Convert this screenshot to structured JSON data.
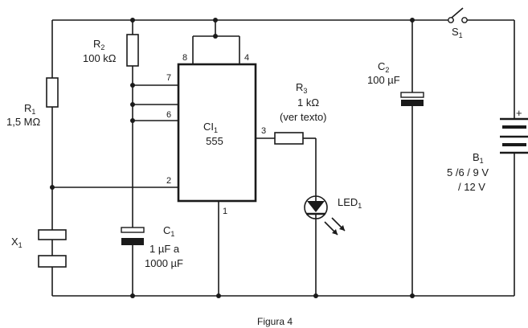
{
  "components": {
    "r1": {
      "ref": "R",
      "sub": "1",
      "value": "1,5 MΩ"
    },
    "r2": {
      "ref": "R",
      "sub": "2",
      "value": "100 kΩ"
    },
    "r3": {
      "ref": "R",
      "sub": "3",
      "value": "1 kΩ",
      "note": "(ver texto)"
    },
    "c1": {
      "ref": "C",
      "sub": "1",
      "value_line1": "1 µF a",
      "value_line2": "1000 µF"
    },
    "c2": {
      "ref": "C",
      "sub": "2",
      "value": "100 µF"
    },
    "ic": {
      "ref": "CI",
      "sub": "1",
      "part": "555"
    },
    "led": {
      "ref": "LED",
      "sub": "1"
    },
    "x1": {
      "ref": "X",
      "sub": "1"
    },
    "s1": {
      "ref": "S",
      "sub": "1"
    },
    "b1": {
      "ref": "B",
      "sub": "1",
      "value_line1": "5 /6 / 9 V",
      "value_line2": "/ 12 V",
      "polarity": "+"
    }
  },
  "pins": {
    "p8": "8",
    "p4": "4",
    "p7": "7",
    "p6": "6",
    "p2": "2",
    "p1": "1",
    "p3": "3"
  },
  "caption": "Figura 4"
}
